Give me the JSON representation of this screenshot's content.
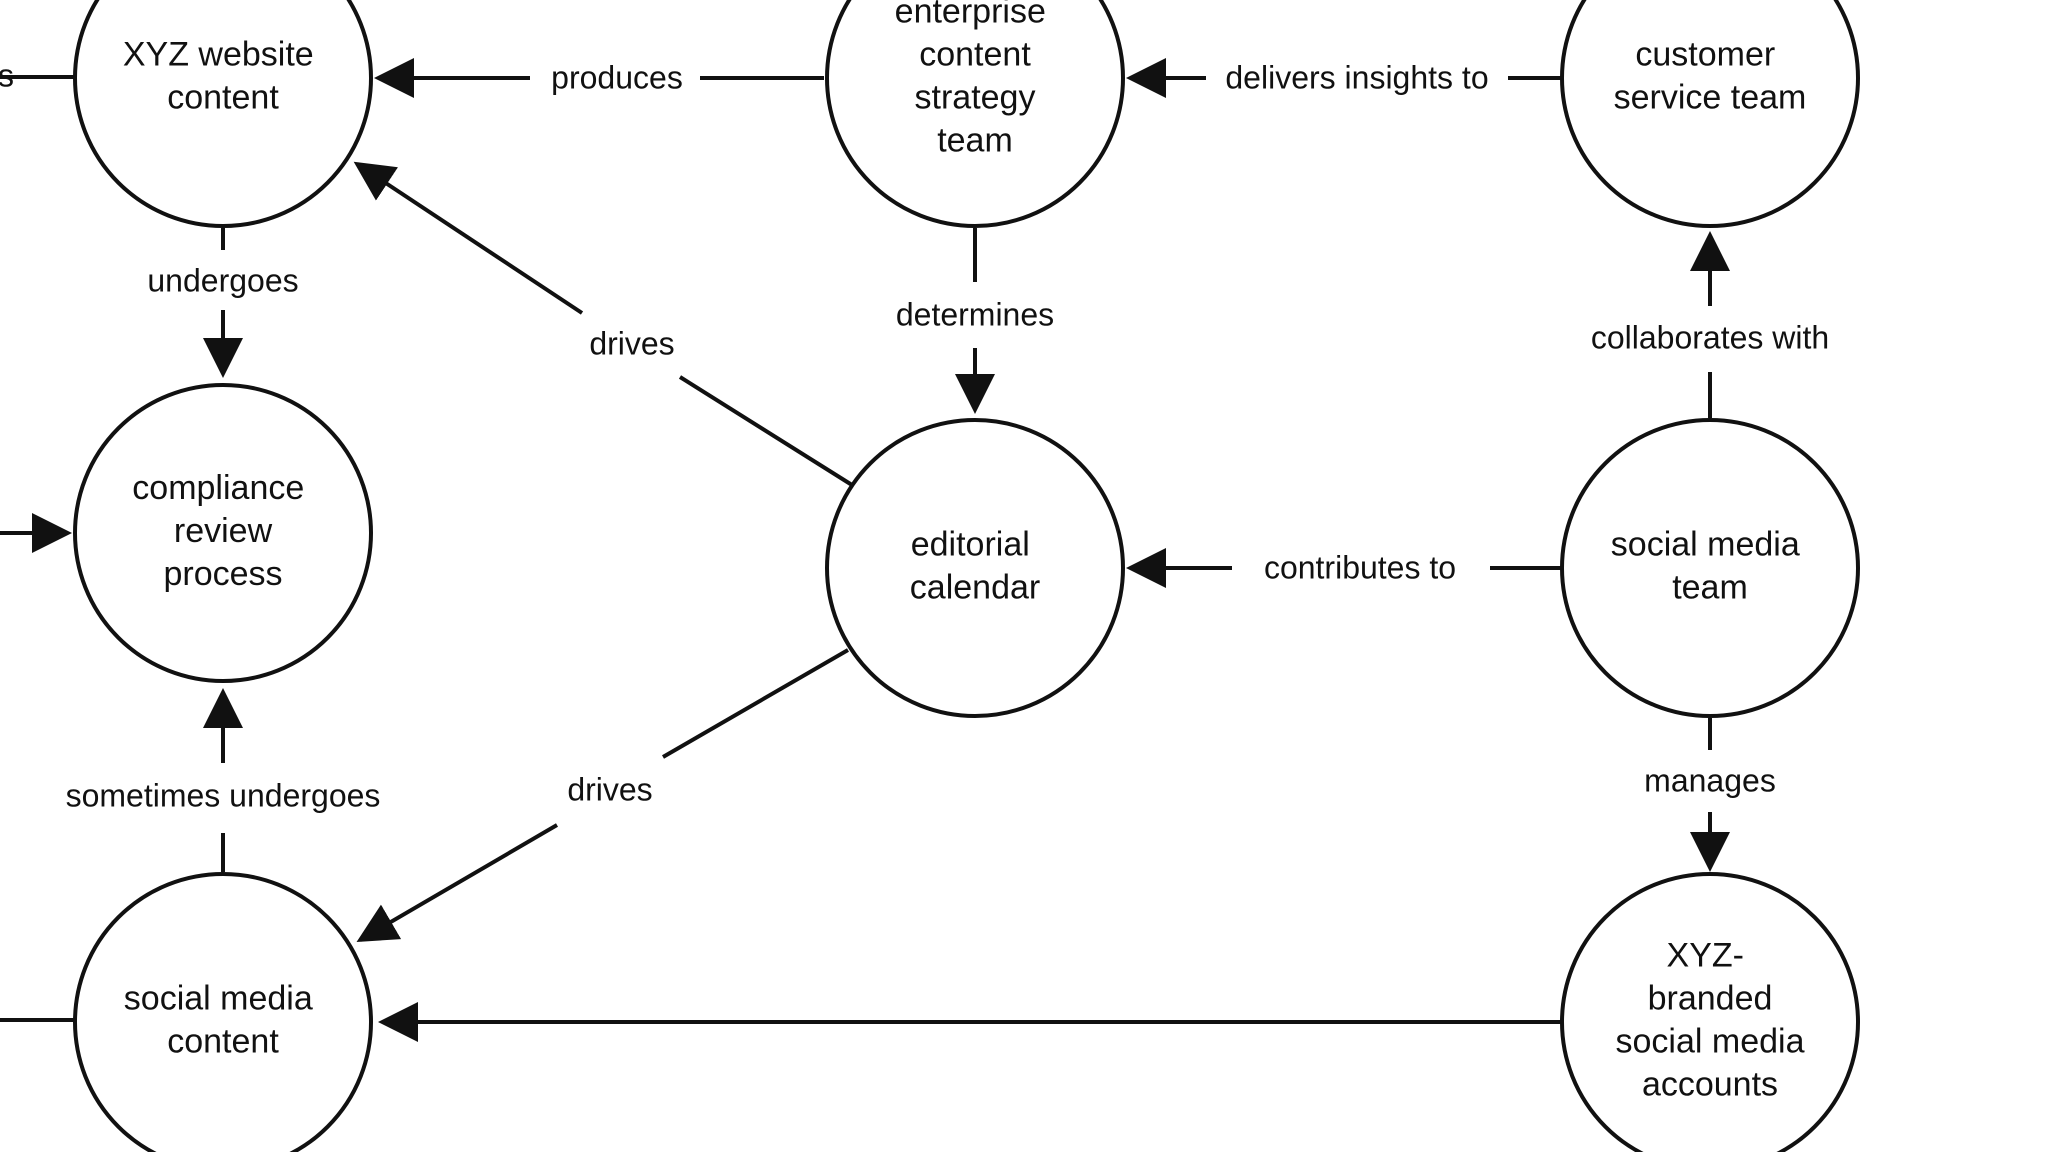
{
  "nodes": {
    "xyz_website_content": "XYZ website content",
    "enterprise_content_strategy_team": "enterprise content strategy team",
    "customer_service_team": "customer service team",
    "compliance_review_process": "compliance review process",
    "editorial_calendar": "editorial calendar",
    "social_media_team": "social media team",
    "social_media_content": "social media content",
    "xyz_branded_accounts": "XYZ-branded social media accounts"
  },
  "edges": {
    "partial_left_top": "s",
    "produces": "produces",
    "delivers_insights_to": "delivers insights to",
    "undergoes": "undergoes",
    "drives_website": "drives",
    "determines": "determines",
    "collaborates_with": "collaborates with",
    "contributes_to": "contributes to",
    "sometimes_undergoes": "sometimes undergoes",
    "drives_social": "drives",
    "manages": "manages"
  }
}
